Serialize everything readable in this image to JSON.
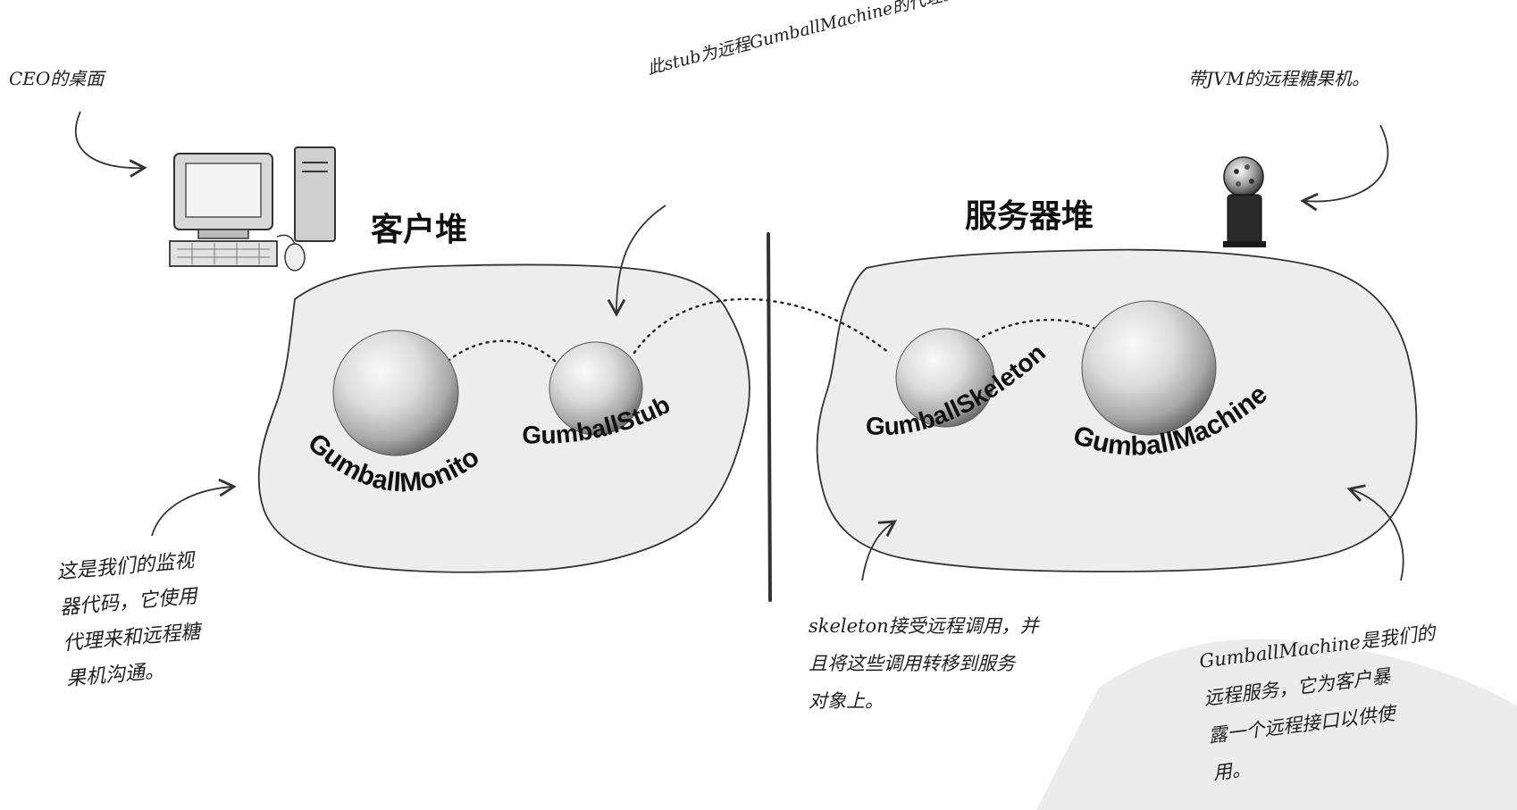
{
  "client_heap": {
    "title": "客户堆",
    "objects": [
      "GumballMonitor",
      "GumballStub"
    ]
  },
  "server_heap": {
    "title": "服务器堆",
    "objects": [
      "GumballSkeleton",
      "GumballMachine"
    ]
  },
  "annotations": {
    "ceo_desktop": "CEO的桌面",
    "stub_proxy": "此stub为远程GumballMachine的代理。",
    "remote_machine": "带JVM的远程糖果机。",
    "monitor_note": [
      "这是我们的监视",
      "器代码，它使用",
      "代理来和远程糖",
      "果机沟通。"
    ],
    "skeleton_note": [
      "skeleton接受远程调用，并",
      "且将这些调用转移到服务",
      "对象上。"
    ],
    "service_note": [
      "GumballMachine是我们的",
      "远程服务，它为客户暴",
      "露一个远程接口以供使",
      "用。"
    ]
  },
  "colors": {
    "heap_fill": "#ededed",
    "heap_stroke": "#333333",
    "ink": "#1a1a1a",
    "watermark": "#ececec"
  },
  "icons": [
    "computer-icon",
    "gumball-machine-icon"
  ]
}
